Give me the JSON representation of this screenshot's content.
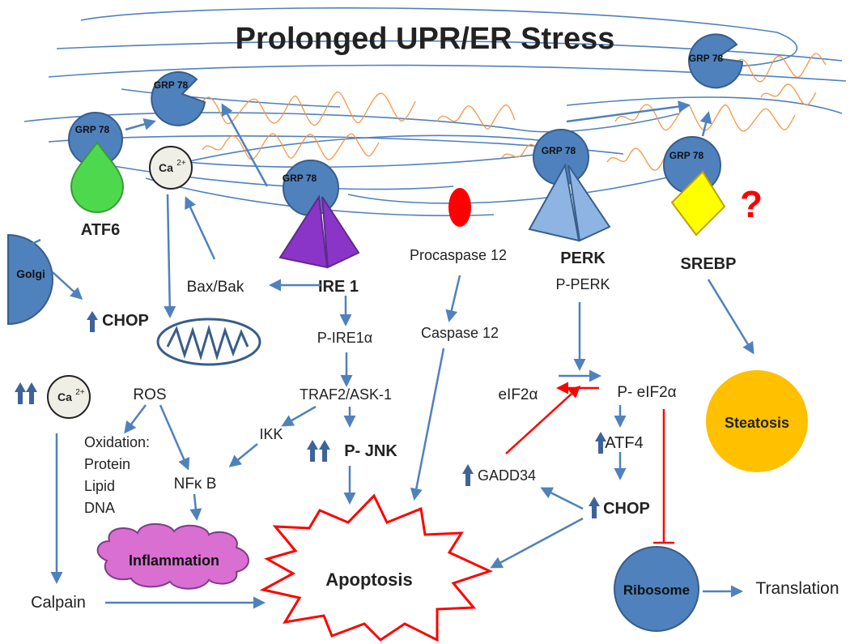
{
  "title": "Prolonged UPR/ER Stress",
  "grp78_label": "GRP 78",
  "calcium_label": "Ca",
  "calcium_superscript": "2+",
  "sensors": {
    "atf6": "ATF6",
    "ire1": "IRE 1",
    "perk": "PERK",
    "srebp": "SREBP",
    "unknown_mark": "?"
  },
  "organelles": {
    "golgi": "Golgi",
    "ribosome": "Ribosome"
  },
  "atf6_branch": {
    "chop": "CHOP"
  },
  "calcium_branch": {
    "calpain": "Calpain"
  },
  "mito_branch": {
    "bax_bak": "Bax/Bak",
    "ros": "ROS",
    "oxidation": "Oxidation:",
    "protein": "Protein",
    "lipid": "Lipid",
    "dna": "DNA",
    "nfkb": "NFκ B",
    "inflammation": "Inflammation"
  },
  "ire1_branch": {
    "p_ire1a": "P-IRE1α",
    "traf2_ask1": "TRAF2/ASK-1",
    "ikk": "IKK",
    "p_jnk": "P- JNK"
  },
  "caspase_branch": {
    "procaspase12": "Procaspase 12",
    "caspase12": "Caspase 12"
  },
  "perk_branch": {
    "p_perk": "P-PERK",
    "eif2a": "eIF2α",
    "p_eif2a": "P- eIF2α",
    "atf4": "ATF4",
    "gadd34": "GADD34",
    "chop": "CHOP",
    "translation": "Translation"
  },
  "outcomes": {
    "apoptosis": "Apoptosis",
    "steatosis": "Steatosis"
  },
  "colors": {
    "arrow": "#4f81bd",
    "grp78": "#4f81bd",
    "atf6_drop": "#4ed84e",
    "ire1": "#8a35c8",
    "perk": "#8eb4e3",
    "srebp": "#ffff00",
    "procaspase": "#ff0000",
    "inflammation": "#d96fd1",
    "steatosis": "#ffc000",
    "apoptosis_border": "#ff0000",
    "inhibition": "#ff0000",
    "up_arrow": "#3c649b",
    "unfolded_protein": "#f79646"
  }
}
